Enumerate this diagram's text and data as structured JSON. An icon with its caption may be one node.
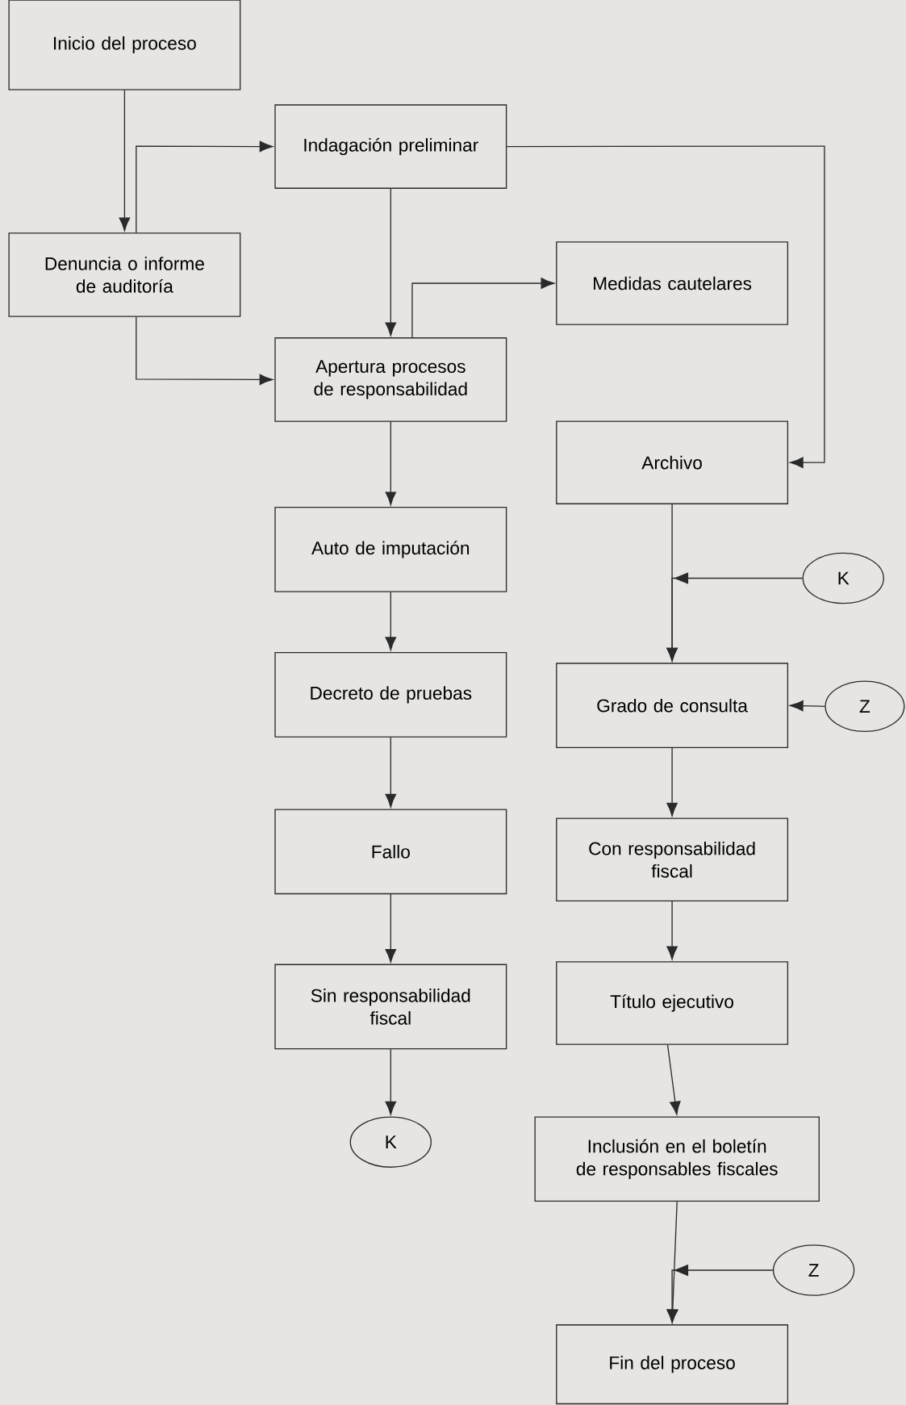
{
  "diagram": {
    "nodes": [
      {
        "text": [
          "Inicio del proceso"
        ]
      },
      {
        "text": [
          "Indagación preliminar"
        ]
      },
      {
        "text": [
          "Denuncia o informe de auditoría"
        ]
      },
      {
        "text": [
          "Medidas cautelares"
        ]
      },
      {
        "text": [
          "Apertura procesos de responsabilidad"
        ]
      },
      {
        "text": [
          "Archivo"
        ]
      },
      {
        "text": [
          "Auto de imputación"
        ]
      },
      {
        "text": [
          "K"
        ]
      },
      {
        "text": [
          "Decreto de pruebas"
        ]
      },
      {
        "text": [
          "Grado de consulta"
        ]
      },
      {
        "text": [
          "Z"
        ]
      },
      {
        "text": [
          "Fallo"
        ]
      },
      {
        "text": [
          "Con responsabilidad fiscal"
        ]
      },
      {
        "text": [
          "Sin responsabilidad fiscal"
        ]
      },
      {
        "text": [
          "Título ejecutivo"
        ]
      },
      {
        "text": [
          "K"
        ]
      },
      {
        "text": [
          "Inclusión en el boletín de responsables fiscales"
        ]
      },
      {
        "text": [
          "Z"
        ]
      },
      {
        "text": [
          "Fin del proceso"
        ]
      }
    ],
    "edges": [
      {
        "from": 0,
        "to": 2,
        "arrow": "to"
      },
      {
        "from": 2,
        "to": 1,
        "arrow": "to"
      },
      {
        "from": 2,
        "to": 4,
        "arrow": "to"
      },
      {
        "from": 1,
        "to": 4,
        "arrow": "to"
      },
      {
        "from": 4,
        "to": 3,
        "arrow": "to"
      },
      {
        "from": 1,
        "to": 5,
        "arrow": "to"
      },
      {
        "from": 4,
        "to": 6,
        "arrow": "to"
      },
      {
        "from": 6,
        "to": 8,
        "arrow": "to"
      },
      {
        "from": 8,
        "to": 11,
        "arrow": "to"
      },
      {
        "from": 11,
        "to": 13,
        "arrow": "to"
      },
      {
        "from": 13,
        "to": 15,
        "arrow": "to"
      },
      {
        "from": 5,
        "to": 9,
        "arrow": "to"
      },
      {
        "from": 7,
        "to": 9,
        "arrow": "to"
      },
      {
        "from": 10,
        "to": 9,
        "arrow": "to"
      },
      {
        "from": 9,
        "to": 12,
        "arrow": "to"
      },
      {
        "from": 12,
        "to": 14,
        "arrow": "to"
      },
      {
        "from": 14,
        "to": 16,
        "arrow": "to"
      },
      {
        "from": 16,
        "to": 18,
        "arrow": "to"
      },
      {
        "from": 17,
        "to": 18,
        "arrow": "to"
      }
    ]
  }
}
